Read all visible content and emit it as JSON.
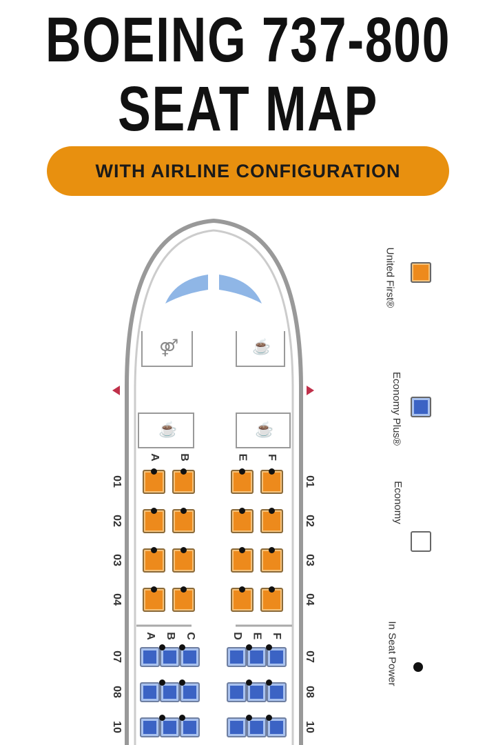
{
  "header": {
    "title_line1": "BOEING 737-800",
    "title_line2": "SEAT MAP",
    "subtitle": "WITH AIRLINE CONFIGURATION"
  },
  "colors": {
    "accent": "#E8900F",
    "first": "#ED8A1C",
    "economy_plus": "#3B63C4",
    "economy": "#FFFFFF",
    "power": "#111111"
  },
  "legend": [
    {
      "label": "United First®",
      "type": "first"
    },
    {
      "label": "Economy Plus®",
      "type": "economy_plus"
    },
    {
      "label": "Economy",
      "type": "economy"
    },
    {
      "label": "In Seat Power",
      "type": "power"
    }
  ],
  "seatmap": {
    "facilities": [
      "lavatory-icon",
      "galley-icon",
      "galley-icon",
      "galley-icon"
    ],
    "first": {
      "letters_left": [
        "A",
        "B"
      ],
      "letters_right": [
        "E",
        "F"
      ],
      "rows": [
        "01",
        "02",
        "03",
        "04"
      ]
    },
    "economy_plus": {
      "letters_left": [
        "A",
        "B",
        "C"
      ],
      "letters_right": [
        "D",
        "E",
        "F"
      ],
      "rows": [
        "07",
        "08",
        "10"
      ]
    }
  }
}
